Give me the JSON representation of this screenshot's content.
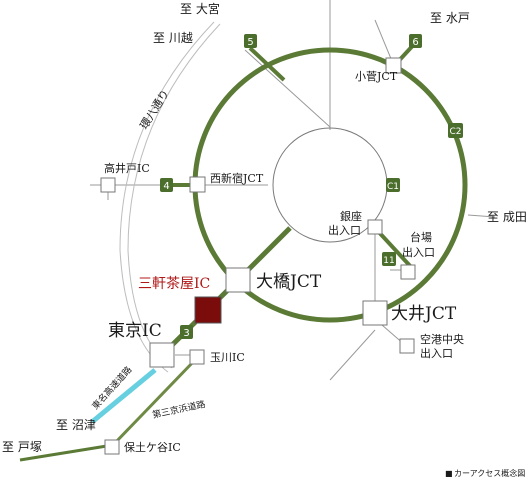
{
  "directions": {
    "omiya": "至 大宮",
    "kawagoe": "至 川越",
    "mito": "至 水戸",
    "narita": "至 成田",
    "numazu": "至 沼津",
    "totsuka": "至 戸塚"
  },
  "roads": {
    "kanpachi": "環八通り",
    "tomei": "東名高速道路",
    "daisan_keihin": "第三京浜道路"
  },
  "route_badges": {
    "r5": "5",
    "r6": "6",
    "c2": "C2",
    "r4": "4",
    "c1": "C1",
    "r11": "11",
    "r3": "3"
  },
  "nodes": {
    "kosuge_jct": "小菅JCT",
    "takaido_ic": "高井戸IC",
    "nishishinjuku_jct": "西新宿JCT",
    "ginza_line1": "銀座",
    "ginza_line2": "出入口",
    "daiba_line1": "台場",
    "daiba_line2": "出入口",
    "ohashi_jct": "大橋JCT",
    "sangenjaya_ic": "三軒茶屋IC",
    "tokyo_ic": "東京IC",
    "oi_jct": "大井JCT",
    "tamagawa_ic": "玉川IC",
    "kuko_line1": "空港中央",
    "kuko_line2": "出入口",
    "hodogaya_ic": "保土ケ谷IC"
  },
  "legend": {
    "marker": "■",
    "text": "カーアクセス概念図"
  },
  "colors": {
    "route_green": "#5a7a35",
    "badge_green": "#4b6e2c",
    "tomei_cyan": "#66cfe0",
    "daisan_olive": "#6f8a45",
    "highlight_red": "#7a0c0c",
    "thin_gray": "#9a9a9a",
    "label_red": "#b01818"
  }
}
